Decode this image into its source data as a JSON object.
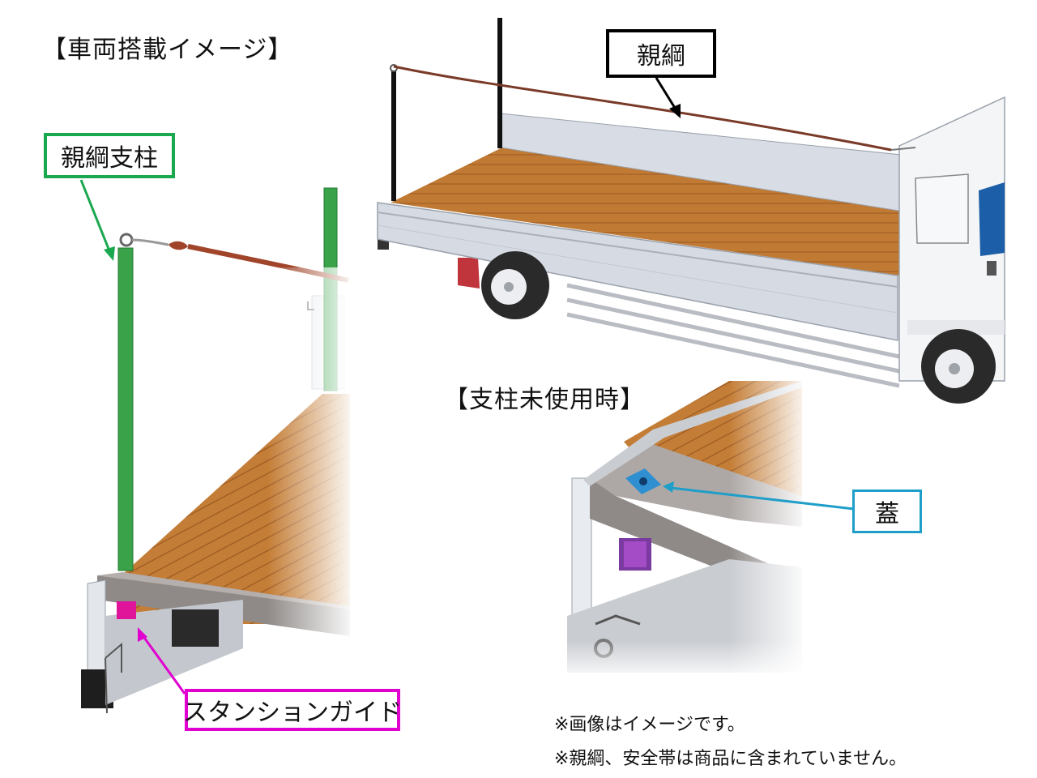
{
  "headings": {
    "vehicle_mount": "【車両搭載イメージ】",
    "unused": "【支柱未使用時】"
  },
  "labels": {
    "lifeline": "親綱",
    "lifeline_post": "親綱支柱",
    "lid": "蓋",
    "station_guide": "スタンションガイド"
  },
  "notes": [
    "※画像はイメージです。",
    "※親綱、安全帯は商品に含まれていません。"
  ],
  "colors": {
    "deck": "#c07a34",
    "deck_dark": "#9a5a22",
    "post_green": "#3aa34a",
    "rope": "#a0442a",
    "label_black": "#000000",
    "label_green": "#1aa84f",
    "label_cyan": "#1e9ec9",
    "label_magenta": "#e000d0",
    "side_panel": "#d6dbe3",
    "frame_gray": "#8f8a88",
    "cab_white": "#f4f5f7",
    "window_blue": "#1d5ea8"
  }
}
